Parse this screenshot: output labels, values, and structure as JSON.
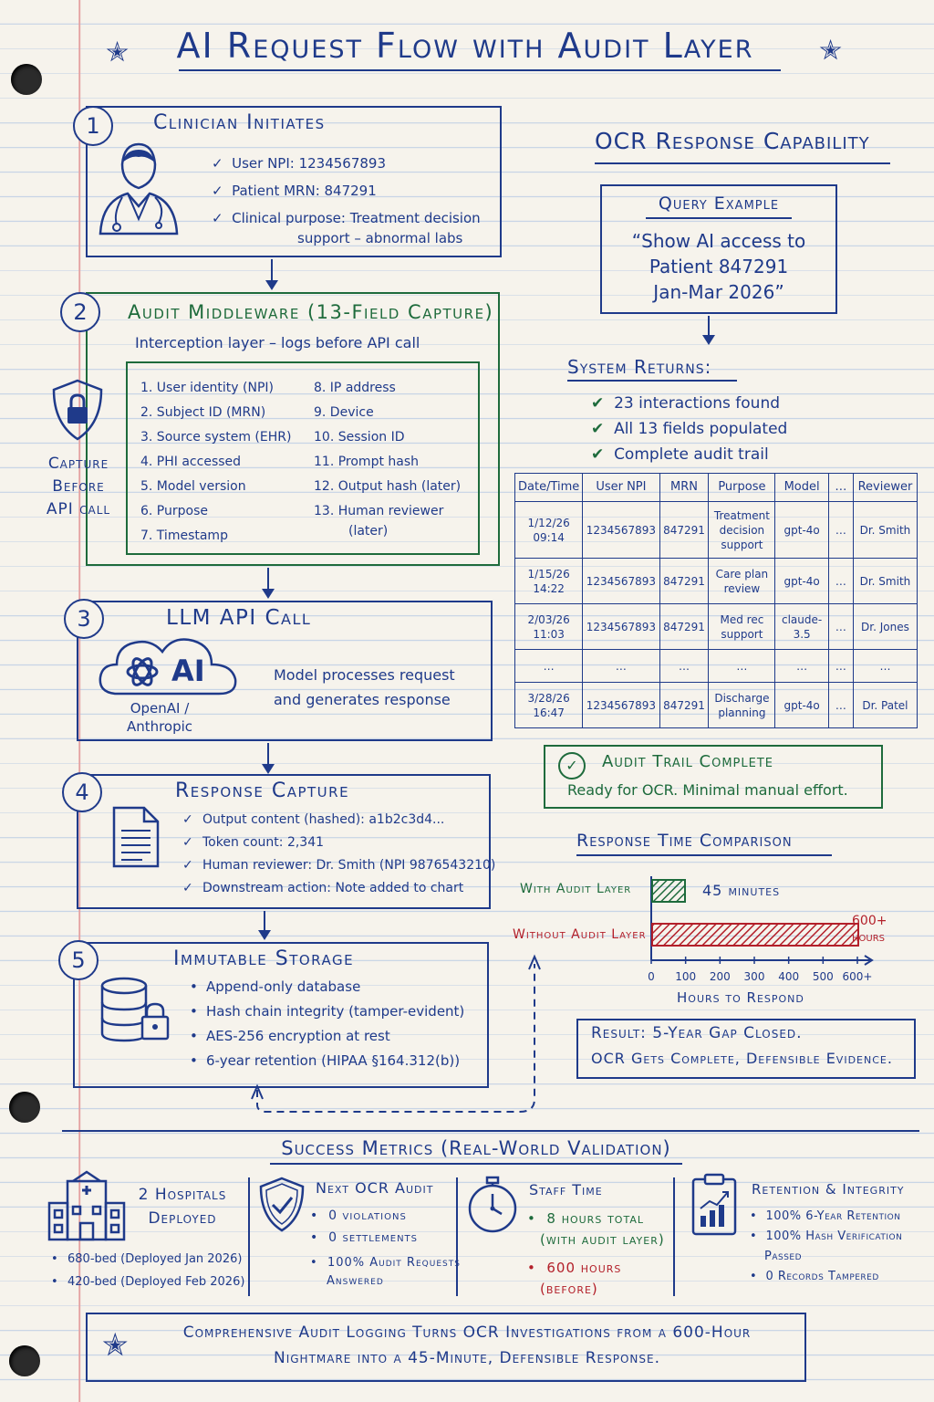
{
  "title": "AI Request Flow with Audit Layer",
  "steps": {
    "s1": {
      "num": "1",
      "title": "Clinician Initiates",
      "items": [
        "User NPI: 1234567893",
        "Patient MRN: 847291",
        "Clinical purpose: Treatment decision",
        "support – abnormal labs"
      ]
    },
    "s2": {
      "num": "2",
      "title": "Audit Middleware (13-Field Capture)",
      "subtitle": "Interception layer – logs before API call",
      "side_label": [
        "Capture",
        "Before",
        "API call"
      ],
      "fields_left": [
        "1. User identity (NPI)",
        "2. Subject ID (MRN)",
        "3. Source system (EHR)",
        "4. PHI accessed",
        "5. Model version",
        "6. Purpose",
        "7. Timestamp"
      ],
      "fields_right": [
        "8. IP address",
        "9. Device",
        "10. Session ID",
        "11. Prompt hash",
        "12. Output hash (later)",
        "13. Human reviewer",
        "(later)"
      ]
    },
    "s3": {
      "num": "3",
      "title": "LLM API Call",
      "ai_label": "AI",
      "vendor": [
        "OpenAI /",
        "Anthropic"
      ],
      "desc": [
        "Model processes request",
        "and generates response"
      ]
    },
    "s4": {
      "num": "4",
      "title": "Response Capture",
      "items": [
        "Output content (hashed): a1b2c3d4...",
        "Token count: 2,341",
        "Human reviewer: Dr. Smith (NPI 9876543210)",
        "Downstream action: Note added to chart"
      ]
    },
    "s5": {
      "num": "5",
      "title": "Immutable Storage",
      "items": [
        "Append-only database",
        "Hash chain integrity (tamper-evident)",
        "AES-256 encryption at rest",
        "6-year retention (HIPAA §164.312(b))"
      ]
    }
  },
  "ocr": {
    "heading": "OCR Response Capability",
    "query_title": "Query Example",
    "query_lines": [
      "“Show AI access to",
      "Patient 847291",
      "Jan-Mar 2026”"
    ],
    "returns_title": "System Returns:",
    "returns": [
      "23 interactions found",
      "All 13 fields populated",
      "Complete audit trail"
    ],
    "table": {
      "headers": [
        "Date/Time",
        "User NPI",
        "MRN",
        "Purpose",
        "Model",
        "…",
        "Reviewer"
      ],
      "rows": [
        {
          "date": "1/12/26",
          "time": "09:14",
          "npi": "1234567893",
          "mrn": "847291",
          "purpose": [
            "Treatment",
            "decision",
            "support"
          ],
          "model": "gpt-4o",
          "dots": "…",
          "reviewer": "Dr. Smith"
        },
        {
          "date": "1/15/26",
          "time": "14:22",
          "npi": "1234567893",
          "mrn": "847291",
          "purpose": [
            "Care plan",
            "review"
          ],
          "model": "gpt-4o",
          "dots": "…",
          "reviewer": "Dr. Smith"
        },
        {
          "date": "2/03/26",
          "time": "11:03",
          "npi": "1234567893",
          "mrn": "847291",
          "purpose": [
            "Med rec",
            "support"
          ],
          "model": "claude-3.5",
          "dots": "…",
          "reviewer": "Dr. Jones"
        },
        {
          "date": "…",
          "time": "",
          "npi": "…",
          "mrn": "…",
          "purpose": [
            "…"
          ],
          "model": "…",
          "dots": "…",
          "reviewer": "…"
        },
        {
          "date": "3/28/26",
          "time": "16:47",
          "npi": "1234567893",
          "mrn": "847291",
          "purpose": [
            "Discharge",
            "planning"
          ],
          "model": "gpt-4o",
          "dots": "…",
          "reviewer": "Dr. Patel"
        }
      ]
    },
    "complete_title": "Audit Trail Complete",
    "complete_text": "Ready for OCR. Minimal manual effort.",
    "result_lines": [
      "Result: 5-Year Gap Closed.",
      "OCR Gets Complete, Defensible Evidence."
    ]
  },
  "chart_data": {
    "type": "bar",
    "title": "Response Time Comparison",
    "xlabel": "Hours to Respond",
    "categories": [
      "With Audit Layer",
      "Without Audit Layer"
    ],
    "values": [
      0.75,
      600
    ],
    "value_labels": [
      "45 minutes",
      "600+",
      "hours"
    ],
    "ticks": [
      "0",
      "100",
      "200",
      "300",
      "400",
      "500",
      "600+"
    ],
    "xlim": [
      0,
      600
    ],
    "colors": {
      "with": "#1e6b3c",
      "without": "#b3202a"
    }
  },
  "metrics": {
    "title": "Success Metrics (Real-World Validation)",
    "m1": {
      "title": [
        "2 Hospitals",
        "Deployed"
      ],
      "items": [
        "680-bed (Deployed Jan 2026)",
        "420-bed (Deployed Feb 2026)"
      ]
    },
    "m2": {
      "title": "Next OCR Audit",
      "items": [
        "0 violations",
        "0 settlements",
        "100% Audit Requests",
        "Answered"
      ]
    },
    "m3": {
      "title": "Staff Time",
      "items": [
        "8 hours total",
        "(with audit layer)",
        "600 hours",
        "(before)"
      ]
    },
    "m4": {
      "title": "Retention & Integrity",
      "items": [
        "100% 6-Year Retention",
        "100% Hash Verification",
        "Passed",
        "0 Records Tampered"
      ]
    }
  },
  "footer": [
    "Comprehensive Audit Logging Turns OCR Investigations from a 600-Hour",
    "Nightmare into a 45-Minute, Defensible Response."
  ],
  "colors": {
    "ink": "#1f3a8a",
    "green": "#1e6b3c",
    "red": "#b3202a",
    "paper": "#f6f3ec"
  }
}
